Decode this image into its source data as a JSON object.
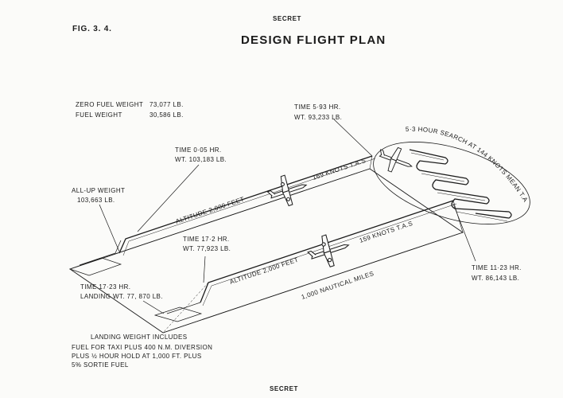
{
  "header": {
    "classification_top": "SECRET",
    "figure_number": "FIG. 3. 4.",
    "title": "DESIGN FLIGHT PLAN"
  },
  "footer": {
    "classification_bottom": "SECRET"
  },
  "weights": {
    "zero_fuel_label": "ZERO FUEL WEIGHT",
    "zero_fuel_value": "73,077 LB.",
    "fuel_label": "FUEL WEIGHT",
    "fuel_value": "30,586 LB."
  },
  "all_up": {
    "label": "ALL-UP WEIGHT",
    "value": "103,663 LB."
  },
  "points": {
    "climb": {
      "time": "TIME  0·05 HR.",
      "wt": "WT.    103,183 LB."
    },
    "search_start": {
      "time": "TIME  5·93 HR.",
      "wt": "WT.    93,233 LB."
    },
    "search_end": {
      "time": "TIME  11·23  HR.",
      "wt": "WT.    86,143 LB."
    },
    "descent": {
      "time": "TIME  17·2  HR.",
      "wt": "WT.    77,923 LB."
    },
    "landing": {
      "time": "TIME  17·23 HR.",
      "wt": "LANDING WT. 77, 870 LB."
    }
  },
  "legs": {
    "out_altitude": "ALTITUDE 2,000 FEET",
    "out_speed": "169 KNOTS T.A.S",
    "ret_altitude": "ALTITUDE 2,000 FEET",
    "ret_speed": "159 KNOTS T.A.S",
    "distance": "1,000 NAUTICAL MILES",
    "search": "5·3 HOUR SEARCH AT 144 KNOTS MEAN T.A.S"
  },
  "note": {
    "heading": "LANDING WEIGHT INCLUDES",
    "lines": [
      "FUEL FOR TAXI  PLUS  400 N.M. DIVERSION",
      "PLUS ½ HOUR HOLD AT  1,000 FT.  PLUS",
      "5% SORTIE FUEL"
    ]
  }
}
